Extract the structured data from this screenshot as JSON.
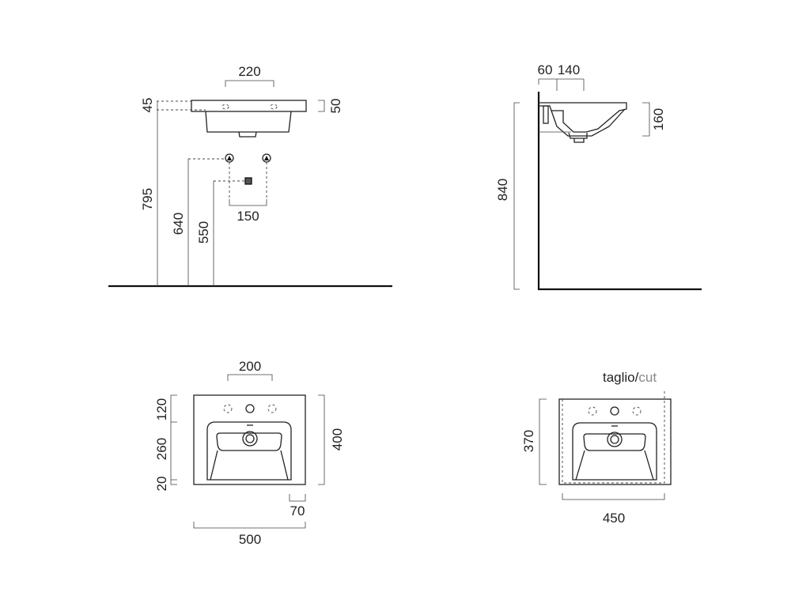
{
  "front_elevation": {
    "top_width": "220",
    "rim_from_top": "45",
    "bowl_height": "50",
    "rim_height": "795",
    "supply_height": "640",
    "drain_height": "550",
    "supply_spacing": "150"
  },
  "side_elevation": {
    "wall_gap": "60",
    "drain_offset": "140",
    "bowl_depth": "160",
    "top_height": "840"
  },
  "plan_view": {
    "tap_spacing": "200",
    "back_depth": "120",
    "bowl_length": "260",
    "front_rim": "20",
    "total_depth": "400",
    "side_margin": "70",
    "total_width": "500"
  },
  "cut_view": {
    "label_main": "taglio/",
    "label_alt": "cut",
    "cut_depth": "370",
    "cut_width": "450"
  }
}
